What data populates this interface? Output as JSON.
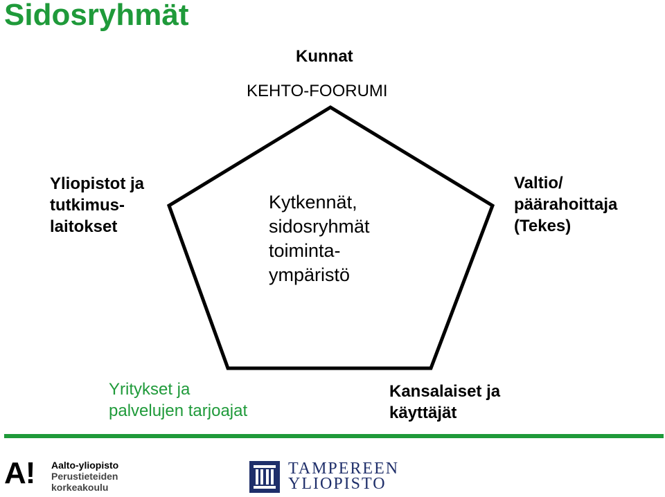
{
  "title": "Sidosryhmät",
  "nodes": {
    "top1": "Kunnat",
    "top2": "KEHTO-FOORUMI",
    "left": [
      "Yliopistot ja",
      "tutkimus-",
      "laitokset"
    ],
    "right": [
      "Valtio/",
      "päärahoittaja",
      "(Tekes)"
    ],
    "bottom_left": [
      "Yritykset ja",
      "palvelujen tarjoajat"
    ],
    "bottom_right": [
      "Kansalaiset ja",
      "käyttäjät"
    ]
  },
  "center": [
    "Kytkennät,",
    "sidosryhmät",
    "toiminta-",
    "ympäristö"
  ],
  "logos": {
    "aalto_mark": "A!",
    "aalto_lines": [
      "Aalto-yliopisto",
      "Perustieteiden",
      "korkeakoulu"
    ],
    "tampere_lines": [
      "TAMPEREEN",
      "YLIOPISTO"
    ]
  },
  "colors": {
    "accent_green": "#1f9a3a",
    "tampere_blue": "#1f2f6a",
    "pentagon_stroke": "#000000"
  },
  "icons": [
    "aalto-logo-icon",
    "tampere-logo-icon"
  ]
}
